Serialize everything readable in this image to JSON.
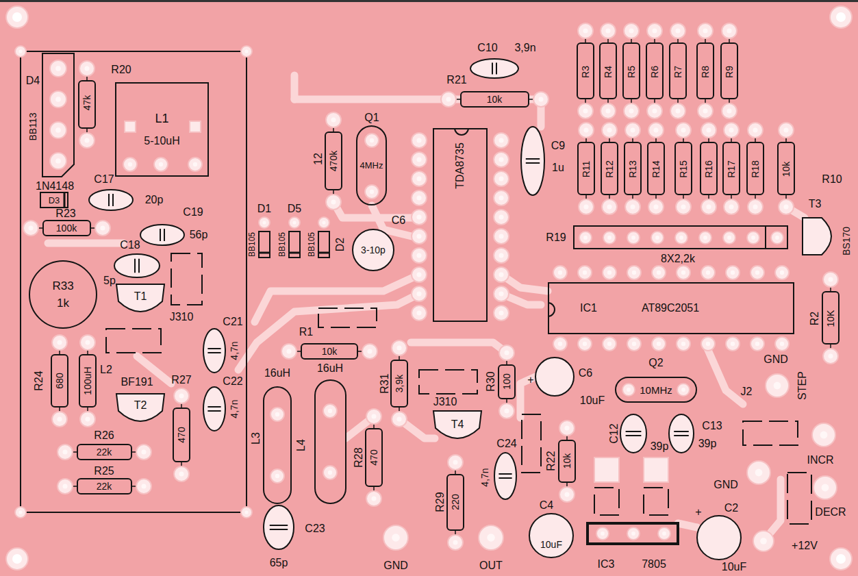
{
  "diagram": {
    "nodes": [
      {
        "text": [
          "L1",
          "5-10uH"
        ]
      },
      {
        "text": [
          "R33",
          "1k"
        ]
      },
      {
        "text": [
          "4MHz"
        ]
      },
      {
        "text": [
          "TDA8735"
        ]
      },
      {
        "text": [
          "IC1",
          "AT89C2051"
        ]
      },
      {
        "text": [
          "10MHz"
        ]
      }
    ],
    "labels": [
      "D4",
      "BB113",
      "R20",
      "47k",
      "1N4148",
      "D3",
      "C17",
      "20p",
      "R23",
      "100k",
      "C19",
      "56p",
      "C18",
      "5p",
      "T1",
      "J310",
      "R24",
      "680",
      "100uH",
      "L2",
      "BF191",
      "T2",
      "R27",
      "470",
      "C21",
      "4,7n",
      "C22",
      "4,7n",
      "R26",
      "22k",
      "R25",
      "22k",
      "L3",
      "16uH",
      "L4",
      "16uH",
      "C23",
      "65p",
      "GND",
      "12",
      "470k",
      "Q1",
      "D1",
      "D5",
      "BB105",
      "BB105",
      "BB105",
      "D2",
      "C6",
      "3-10p",
      "C10",
      "3,9n",
      "R21",
      "10k",
      "C9",
      "1u",
      "R1",
      "10k",
      "R31",
      "3,9k",
      "J310",
      "T4",
      "R30",
      "100",
      "R28",
      "470",
      "R29",
      "220",
      "C24",
      "4,7n",
      "OUT",
      "+",
      "C6",
      "10uF",
      "R22",
      "10k",
      "C4",
      "10uF",
      "IC3",
      "7805",
      "+",
      "C2",
      "+12V",
      "10uF",
      "C12",
      "39p",
      "C13",
      "39p",
      "Q2",
      "J2",
      "GND",
      "STEP",
      "INCR",
      "GND",
      "DECR",
      "R2",
      "10K",
      "T3",
      "BS170",
      "R19",
      "8X2,2k",
      "R3",
      "R4",
      "R5",
      "R6",
      "R7",
      "R8",
      "R9",
      "R11",
      "R12",
      "R13",
      "R14",
      "R15",
      "R16",
      "R17",
      "R18",
      "10k",
      "R10"
    ]
  }
}
